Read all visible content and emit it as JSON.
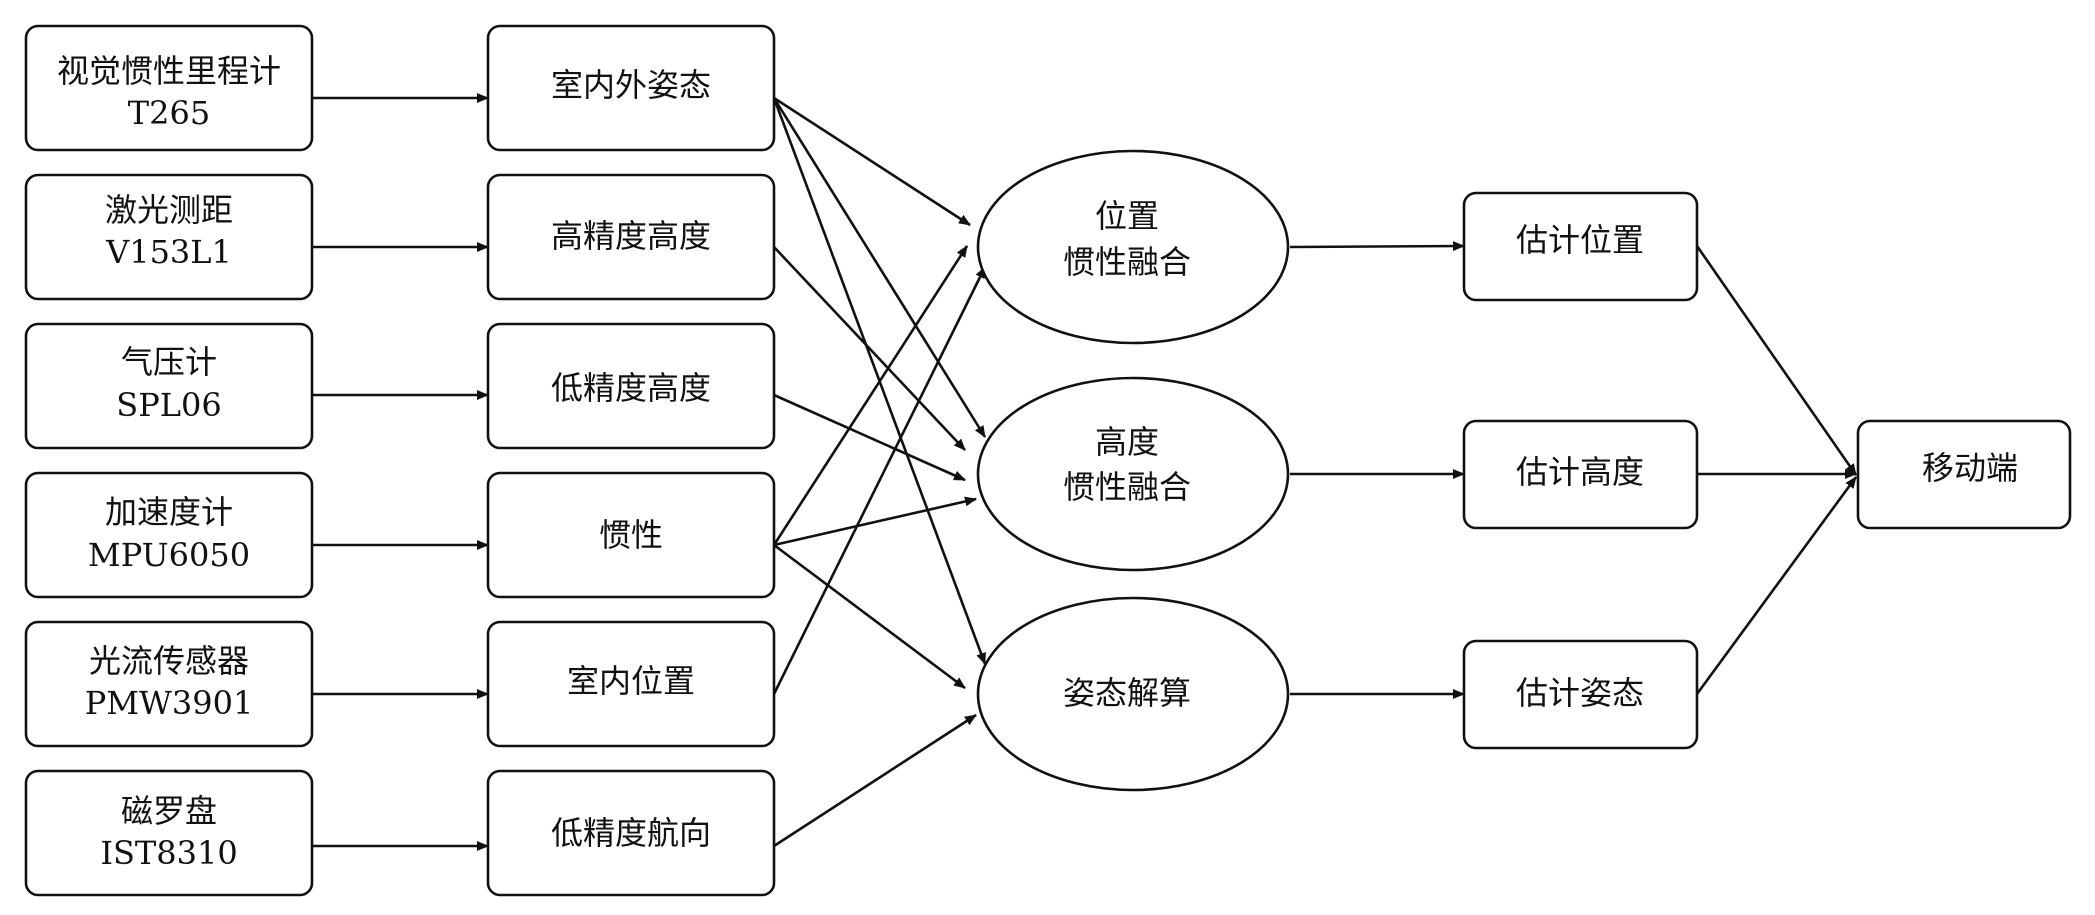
{
  "sensors": [
    {
      "name": "视觉惯性里程计",
      "model": "T265"
    },
    {
      "name": "激光测距",
      "model": "V153L1"
    },
    {
      "name": "气压计",
      "model": "SPL06"
    },
    {
      "name": "加速度计",
      "model": "MPU6050"
    },
    {
      "name": "光流传感器",
      "model": "PMW3901"
    },
    {
      "name": "磁罗盘",
      "model": "IST8310"
    }
  ],
  "measurements": [
    "室内外姿态",
    "高精度高度",
    "低精度高度",
    "惯性",
    "室内位置",
    "低精度航向"
  ],
  "fusion": [
    {
      "line1": "位置",
      "line2": "惯性融合"
    },
    {
      "line1": "高度",
      "line2": "惯性融合"
    },
    {
      "line1": "姿态解算",
      "line2": ""
    }
  ],
  "estimates": [
    "估计位置",
    "估计高度",
    "估计姿态"
  ],
  "mobile": "移动端"
}
